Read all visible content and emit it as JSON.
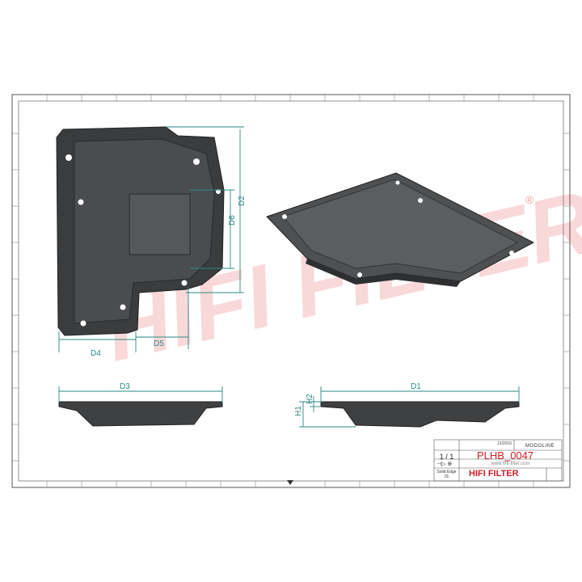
{
  "drawing": {
    "dimensions": {
      "d1": "D1",
      "d2": "D2",
      "d3": "D3",
      "d4": "D4",
      "d5": "D5",
      "d6": "D6",
      "h1": "H1",
      "h2": "H2"
    },
    "watermark": "HIFI FILTER",
    "watermark_registered": "®"
  },
  "title_block": {
    "date": "12/2016",
    "description": "MODOLINE",
    "scale": "1 / 1",
    "title": "PLHB_0047",
    "website": "www.hifi-filter.com",
    "software": "Solid Edge",
    "software_sub": "IS",
    "company": "HIFI FILTER"
  },
  "colors": {
    "dimension": "#2a8a84",
    "title_red": "#d0202a",
    "part": "#3a3c3e",
    "frame": "#555555"
  }
}
